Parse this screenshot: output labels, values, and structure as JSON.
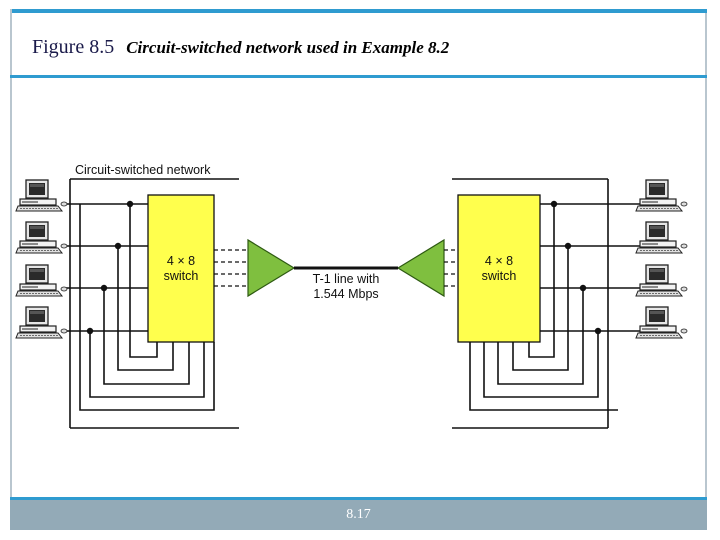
{
  "slide": {
    "figure_label": "Figure 8.5",
    "caption": "Circuit-switched network used in Example 8.2",
    "page_number": "8.17"
  },
  "diagram": {
    "network_label": "Circuit-switched network",
    "left_switch": [
      "4 × 8",
      "switch"
    ],
    "right_switch": [
      "4 × 8",
      "switch"
    ],
    "link_label": [
      "T-1 line with",
      "1.544 Mbps"
    ],
    "colors": {
      "switch_fill": "#ffff4d",
      "mux_fill": "#7fbf3f",
      "accent": "#2f9bd0",
      "footer": "#93aab7"
    }
  }
}
